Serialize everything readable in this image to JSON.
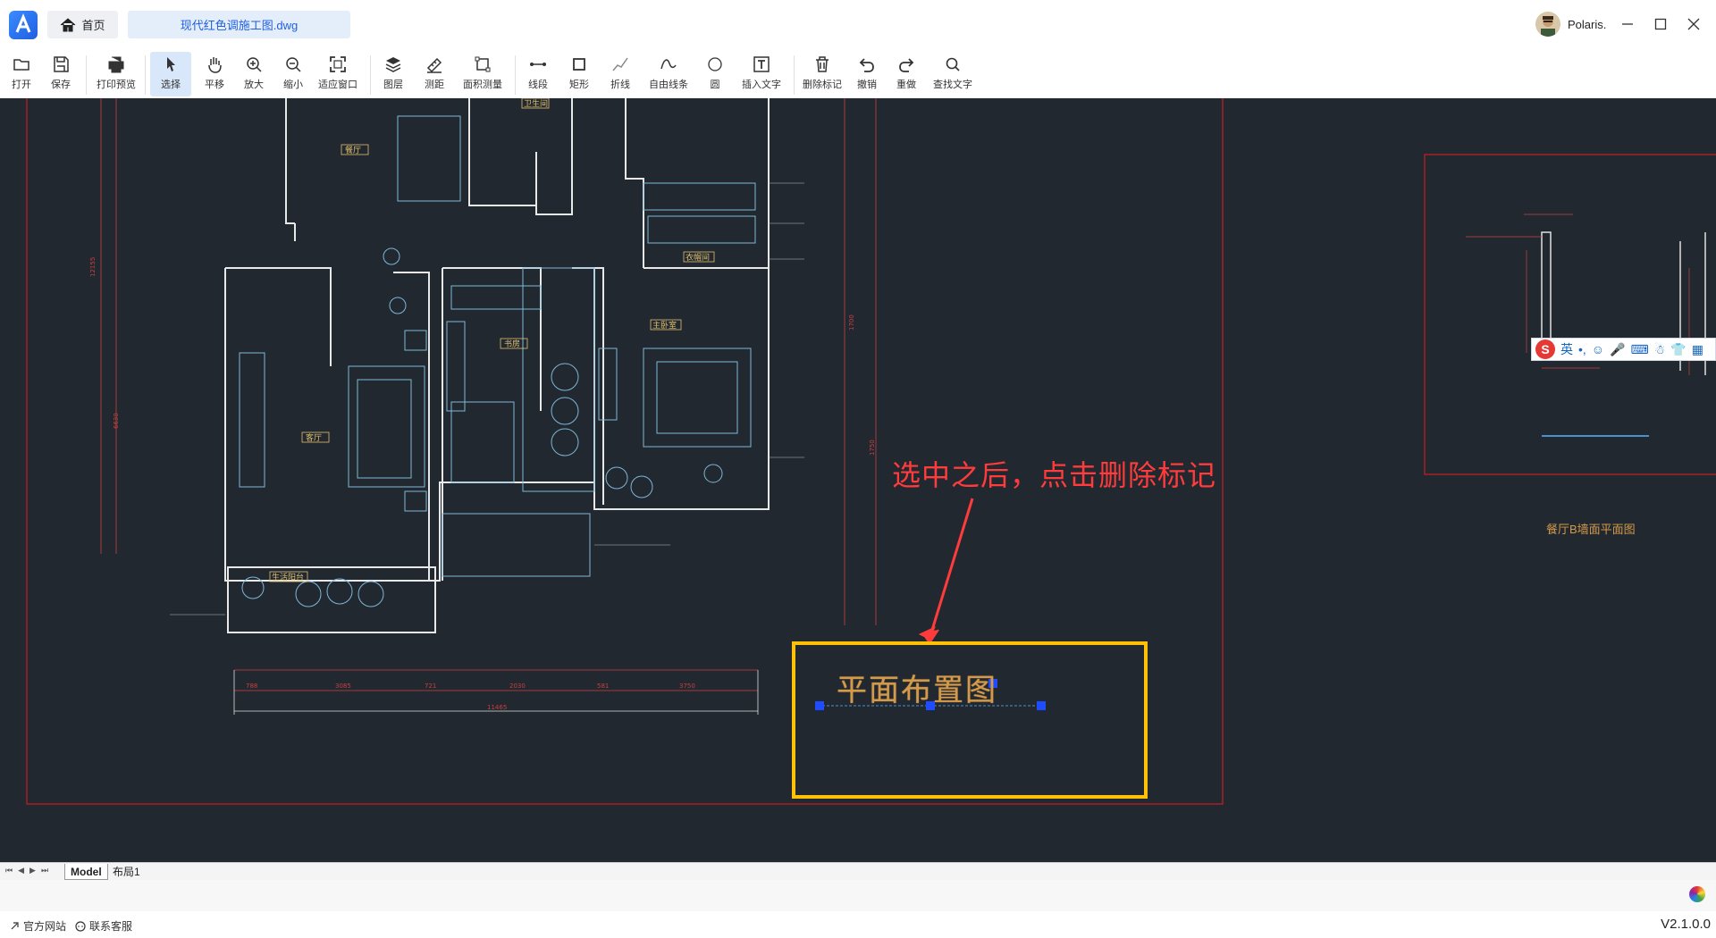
{
  "titlebar": {
    "home_label": "首页",
    "file_tab": "现代红色调施工图.dwg",
    "user_name": "Polaris."
  },
  "toolbar": {
    "items": [
      {
        "label": "打开",
        "icon": "folder-open-icon"
      },
      {
        "label": "保存",
        "icon": "save-icon"
      },
      {
        "label": "打印预览",
        "icon": "printer-icon"
      },
      {
        "label": "选择",
        "icon": "cursor-icon"
      },
      {
        "label": "平移",
        "icon": "hand-icon"
      },
      {
        "label": "放大",
        "icon": "zoom-in-icon"
      },
      {
        "label": "缩小",
        "icon": "zoom-out-icon"
      },
      {
        "label": "适应窗口",
        "icon": "fit-window-icon"
      },
      {
        "label": "图层",
        "icon": "layers-icon"
      },
      {
        "label": "测距",
        "icon": "ruler-icon"
      },
      {
        "label": "面积测量",
        "icon": "area-icon"
      },
      {
        "label": "线段",
        "icon": "line-segment-icon"
      },
      {
        "label": "矩形",
        "icon": "rectangle-icon"
      },
      {
        "label": "折线",
        "icon": "polyline-icon"
      },
      {
        "label": "自由线条",
        "icon": "freehand-icon"
      },
      {
        "label": "圆",
        "icon": "circle-icon"
      },
      {
        "label": "插入文字",
        "icon": "text-icon"
      },
      {
        "label": "删除标记",
        "icon": "trash-icon"
      },
      {
        "label": "撤销",
        "icon": "undo-icon"
      },
      {
        "label": "重做",
        "icon": "redo-icon"
      },
      {
        "label": "查找文字",
        "icon": "search-icon"
      }
    ],
    "active": "选择"
  },
  "canvas": {
    "annotation": "选中之后，点击删除标记",
    "drawing_title": "平面布置图",
    "right_view_title": "餐厅B墙面平面图",
    "ime": {
      "mode": "英"
    },
    "labels": {
      "living_room": "客厅",
      "dining": "餐厅",
      "study": "书房",
      "master_bedroom": "主卧室",
      "balcony": "生活阳台",
      "bathroom": "卫生间",
      "cloakroom": "衣帽间",
      "dim_total": "11465",
      "dims": [
        "788",
        "3085",
        "721",
        "2030",
        "581",
        "3750"
      ]
    }
  },
  "sheets": {
    "tabs": [
      "Model",
      "布局1"
    ],
    "active": "Model"
  },
  "statusbar": {
    "website": "官方网站",
    "support": "联系客服",
    "version": "V2.1.0.0"
  },
  "colors": {
    "canvas_bg": "#212830",
    "selection": "#ffc107",
    "annotation": "#ff3b3b",
    "accent": "#1f5fe0",
    "cad_line": "#e8e8e8",
    "cad_red": "#d22222",
    "cad_cyan": "#7fb7d9"
  }
}
